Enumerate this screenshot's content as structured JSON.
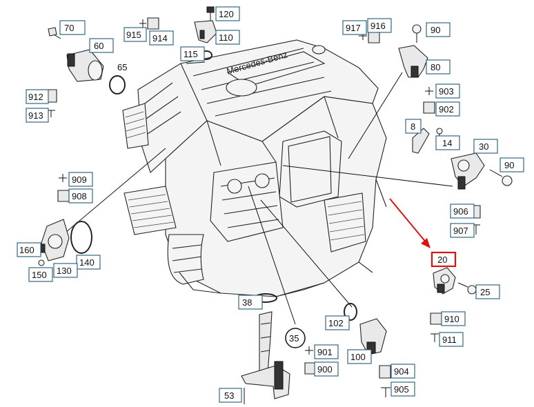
{
  "brand_text": "Mercedes-Benz",
  "labels": [
    {
      "id": "70",
      "text": "70"
    },
    {
      "id": "60",
      "text": "60"
    },
    {
      "id": "65",
      "text": "65"
    },
    {
      "id": "912",
      "text": "912"
    },
    {
      "id": "913",
      "text": "913"
    },
    {
      "id": "120",
      "text": "120"
    },
    {
      "id": "915",
      "text": "915"
    },
    {
      "id": "914",
      "text": "914"
    },
    {
      "id": "110",
      "text": "110"
    },
    {
      "id": "115",
      "text": "115"
    },
    {
      "id": "917",
      "text": "917"
    },
    {
      "id": "916",
      "text": "916"
    },
    {
      "id": "90a",
      "text": "90"
    },
    {
      "id": "80",
      "text": "80"
    },
    {
      "id": "903",
      "text": "903"
    },
    {
      "id": "902",
      "text": "902"
    },
    {
      "id": "8",
      "text": "8"
    },
    {
      "id": "14",
      "text": "14"
    },
    {
      "id": "30",
      "text": "30"
    },
    {
      "id": "90b",
      "text": "90"
    },
    {
      "id": "909",
      "text": "909"
    },
    {
      "id": "908",
      "text": "908"
    },
    {
      "id": "906",
      "text": "906"
    },
    {
      "id": "907",
      "text": "907"
    },
    {
      "id": "160",
      "text": "160"
    },
    {
      "id": "140",
      "text": "140"
    },
    {
      "id": "130",
      "text": "130"
    },
    {
      "id": "150",
      "text": "150"
    },
    {
      "id": "20",
      "text": "20",
      "highlighted": true
    },
    {
      "id": "25",
      "text": "25"
    },
    {
      "id": "38",
      "text": "38"
    },
    {
      "id": "35",
      "text": "35"
    },
    {
      "id": "102",
      "text": "102"
    },
    {
      "id": "910",
      "text": "910"
    },
    {
      "id": "911",
      "text": "911"
    },
    {
      "id": "901",
      "text": "901"
    },
    {
      "id": "900",
      "text": "900"
    },
    {
      "id": "100",
      "text": "100"
    },
    {
      "id": "904",
      "text": "904"
    },
    {
      "id": "905",
      "text": "905"
    },
    {
      "id": "53",
      "text": "53"
    }
  ],
  "colors": {
    "label_border": "#1f5a78",
    "highlight": "#e01010",
    "line": "#111111"
  }
}
